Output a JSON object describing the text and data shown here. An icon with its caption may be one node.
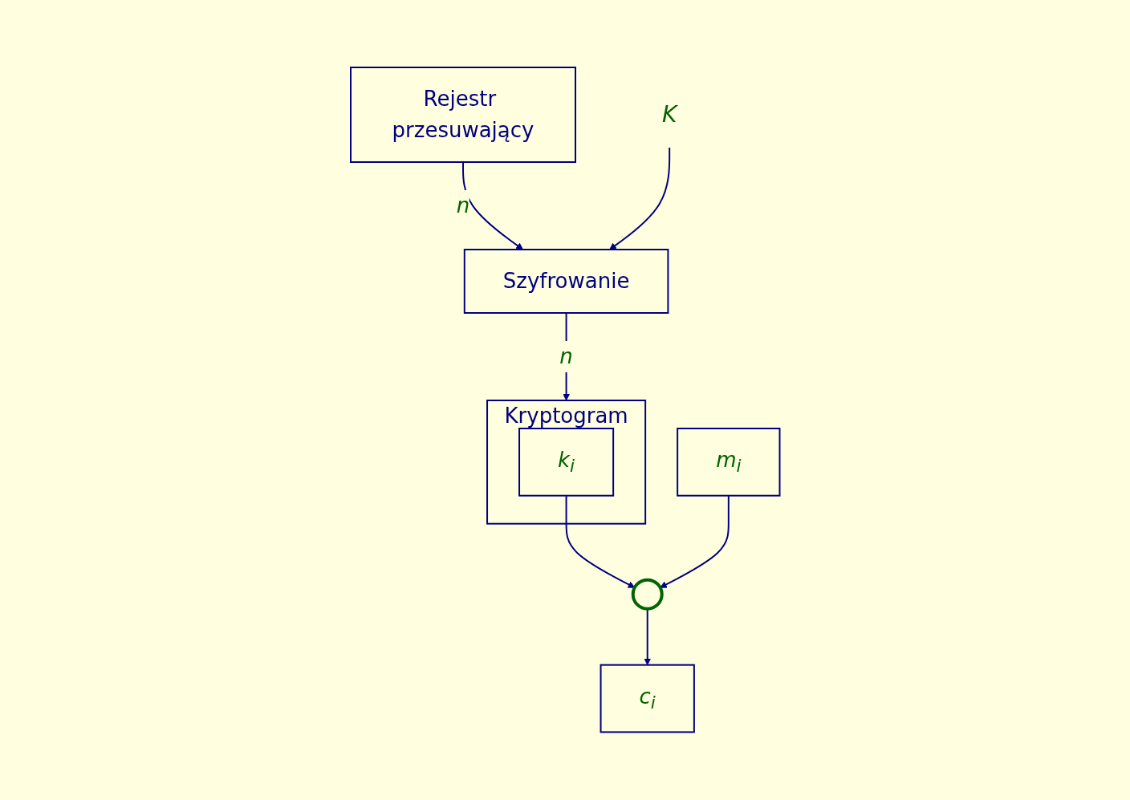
{
  "diagram": {
    "nodes": [
      {
        "text": [
          "Rejestr przesuwający"
        ]
      },
      {
        "text": [
          "K"
        ]
      },
      {
        "text": [
          "Szyfrowanie"
        ]
      },
      {
        "text": [
          "Kryptogram"
        ]
      },
      {
        "text": [
          "k$_{i}$"
        ],
        "in": 3
      },
      {
        "text": [
          "m$_{i}$"
        ]
      },
      {
        "text": [],
        "shape": "circle"
      },
      {
        "text": [
          "c$_{i}$"
        ]
      }
    ],
    "edges": [
      {
        "from": 0,
        "to": 2,
        "arrow": "to",
        "label": "n"
      },
      {
        "from": 1,
        "to": 2,
        "arrow": "to"
      },
      {
        "from": 2,
        "to": 3,
        "arrow": "to",
        "label": "n"
      },
      {
        "from": 4,
        "to": 6,
        "arrow": "to"
      },
      {
        "from": 5,
        "to": 6,
        "arrow": "to"
      },
      {
        "from": 6,
        "to": 7,
        "arrow": "to"
      }
    ]
  }
}
